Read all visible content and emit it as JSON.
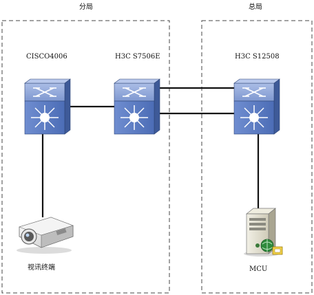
{
  "regions": {
    "branch": {
      "label": "分局"
    },
    "hq": {
      "label": "总局"
    }
  },
  "devices": {
    "cisco": {
      "label": "CISCO4006",
      "icon": "layer3-switch-icon"
    },
    "h3c_s7506e": {
      "label": "H3C S7506E",
      "icon": "layer3-switch-icon"
    },
    "h3c_s12508": {
      "label": "H3C S12508",
      "icon": "layer3-switch-icon"
    },
    "video_terminal": {
      "label": "视讯终端",
      "icon": "projector-icon"
    },
    "mcu": {
      "label": "MCU",
      "icon": "server-icon"
    }
  },
  "colors": {
    "switch_top": "#8ea4d6",
    "switch_front": "#5f7fc4",
    "switch_side": "#3f5d9e",
    "dash_border": "#444444",
    "link": "#111111"
  }
}
